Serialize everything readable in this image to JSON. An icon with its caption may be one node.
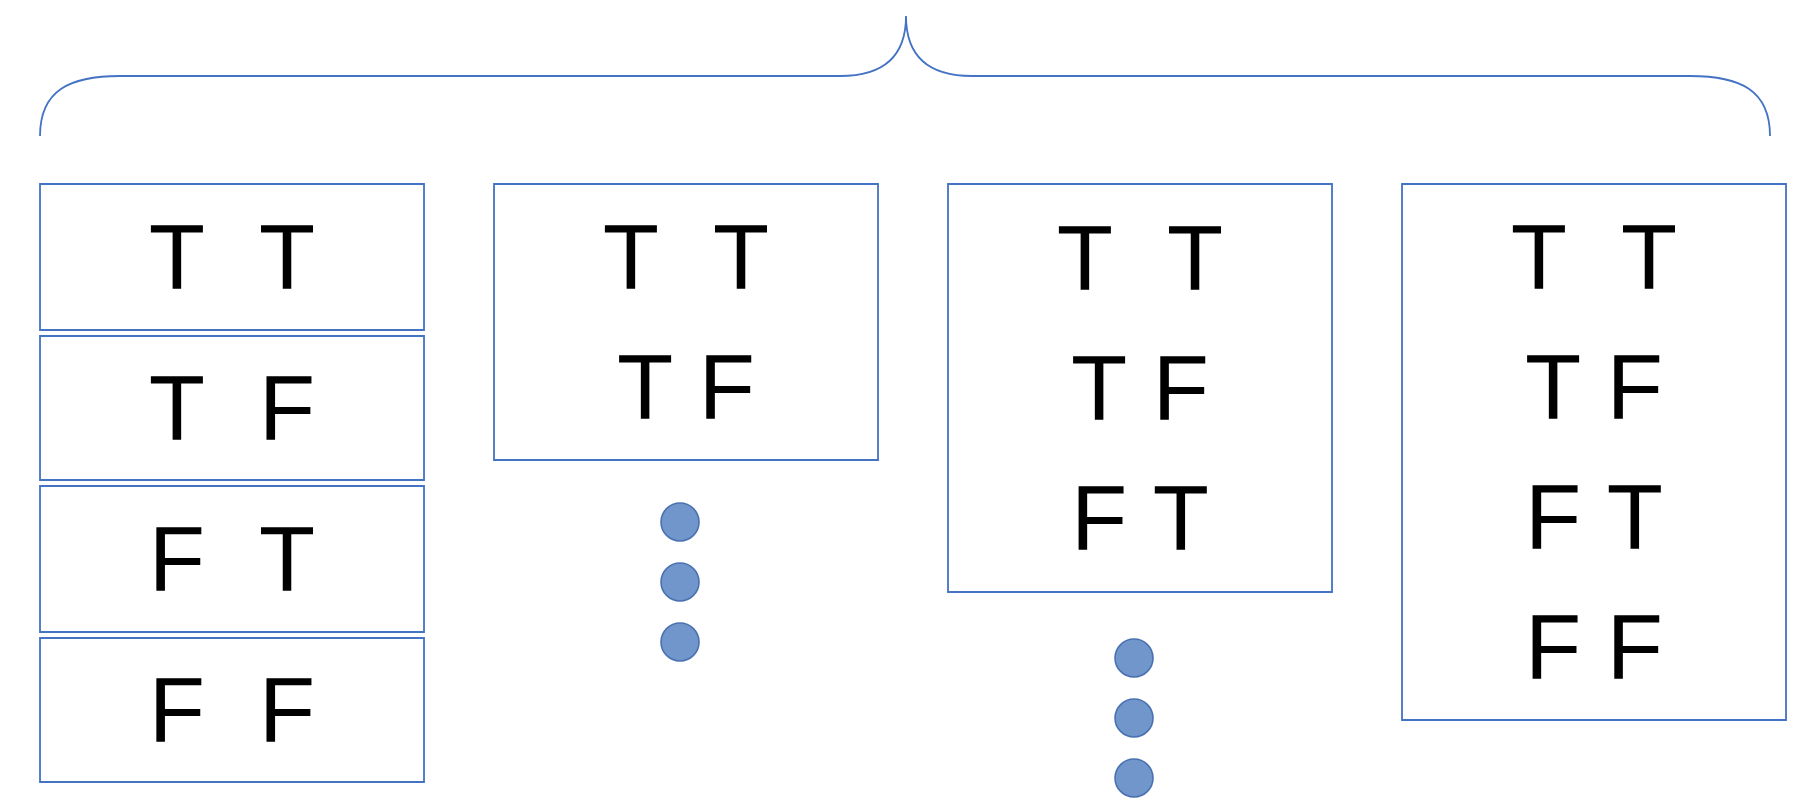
{
  "diagram": {
    "nodes": [
      {
        "text": [
          "T T"
        ]
      },
      {
        "text": [
          "T F"
        ]
      },
      {
        "text": [
          "F T"
        ]
      },
      {
        "text": [
          "F F"
        ]
      },
      {
        "text": [
          "T T",
          "T F"
        ]
      },
      {
        "text": [
          "T T",
          "T F",
          "F T"
        ]
      },
      {
        "text": [
          "T T",
          "T F",
          "F T",
          "F F"
        ]
      }
    ]
  }
}
